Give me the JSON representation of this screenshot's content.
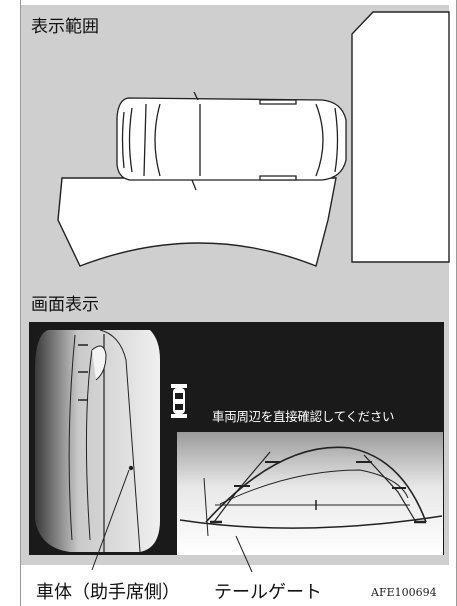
{
  "labels": {
    "display_range": "表示範囲",
    "screen_display": "画面表示"
  },
  "screen": {
    "warning_message": "車両周辺を直接確認してください"
  },
  "callouts": {
    "vehicle_body": "車体（助手席側）",
    "tailgate": "テールゲート"
  },
  "figure_code": "AFE100694",
  "colors": {
    "panel_gray": "#cfcfcf",
    "screen_black": "#1a1a1a",
    "white": "#ffffff"
  },
  "icons": {
    "camera_car_icon": "car-top-view-icon"
  }
}
